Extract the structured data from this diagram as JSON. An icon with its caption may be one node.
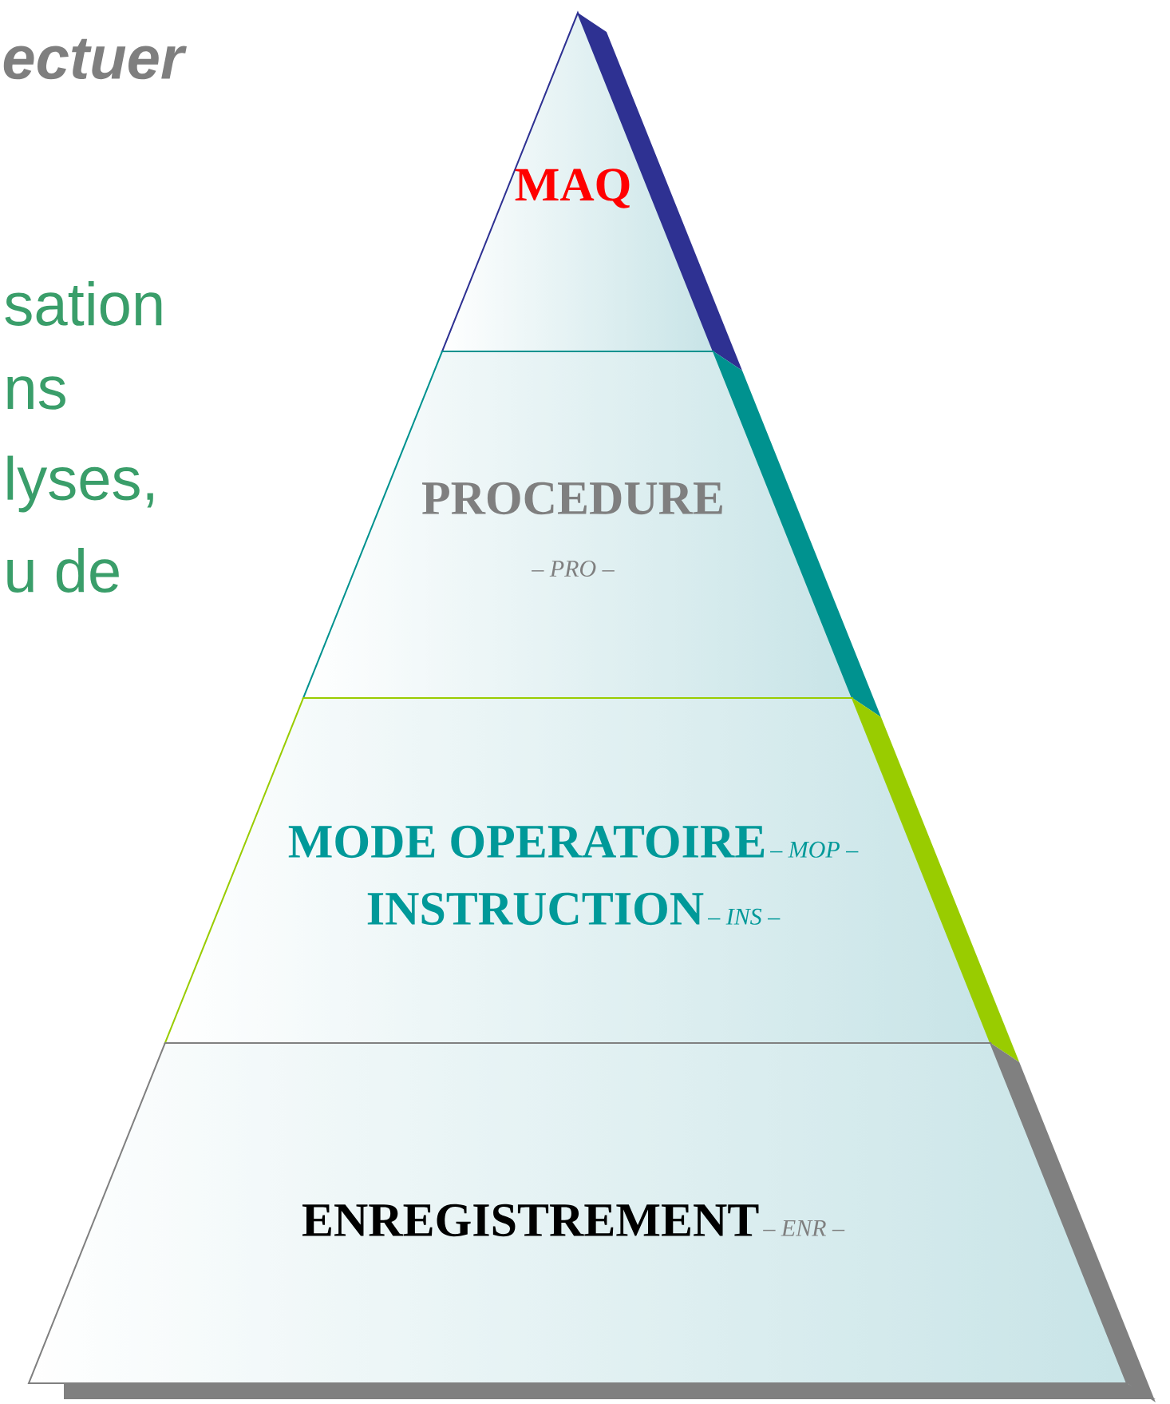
{
  "diagram": {
    "nodes": [
      {
        "text": [
          "MAQ"
        ]
      },
      {
        "text": [
          "PROCEDURE",
          "– PRO –"
        ]
      },
      {
        "text": [
          "MODE OPERATOIRE",
          "– MOP –",
          "INSTRUCTION",
          "– INS –"
        ]
      },
      {
        "text": [
          "ENREGISTREMENT",
          "– ENR –"
        ]
      }
    ],
    "labels": [
      "ectuer",
      "sation",
      "ns",
      "lyses,",
      "u de"
    ]
  }
}
